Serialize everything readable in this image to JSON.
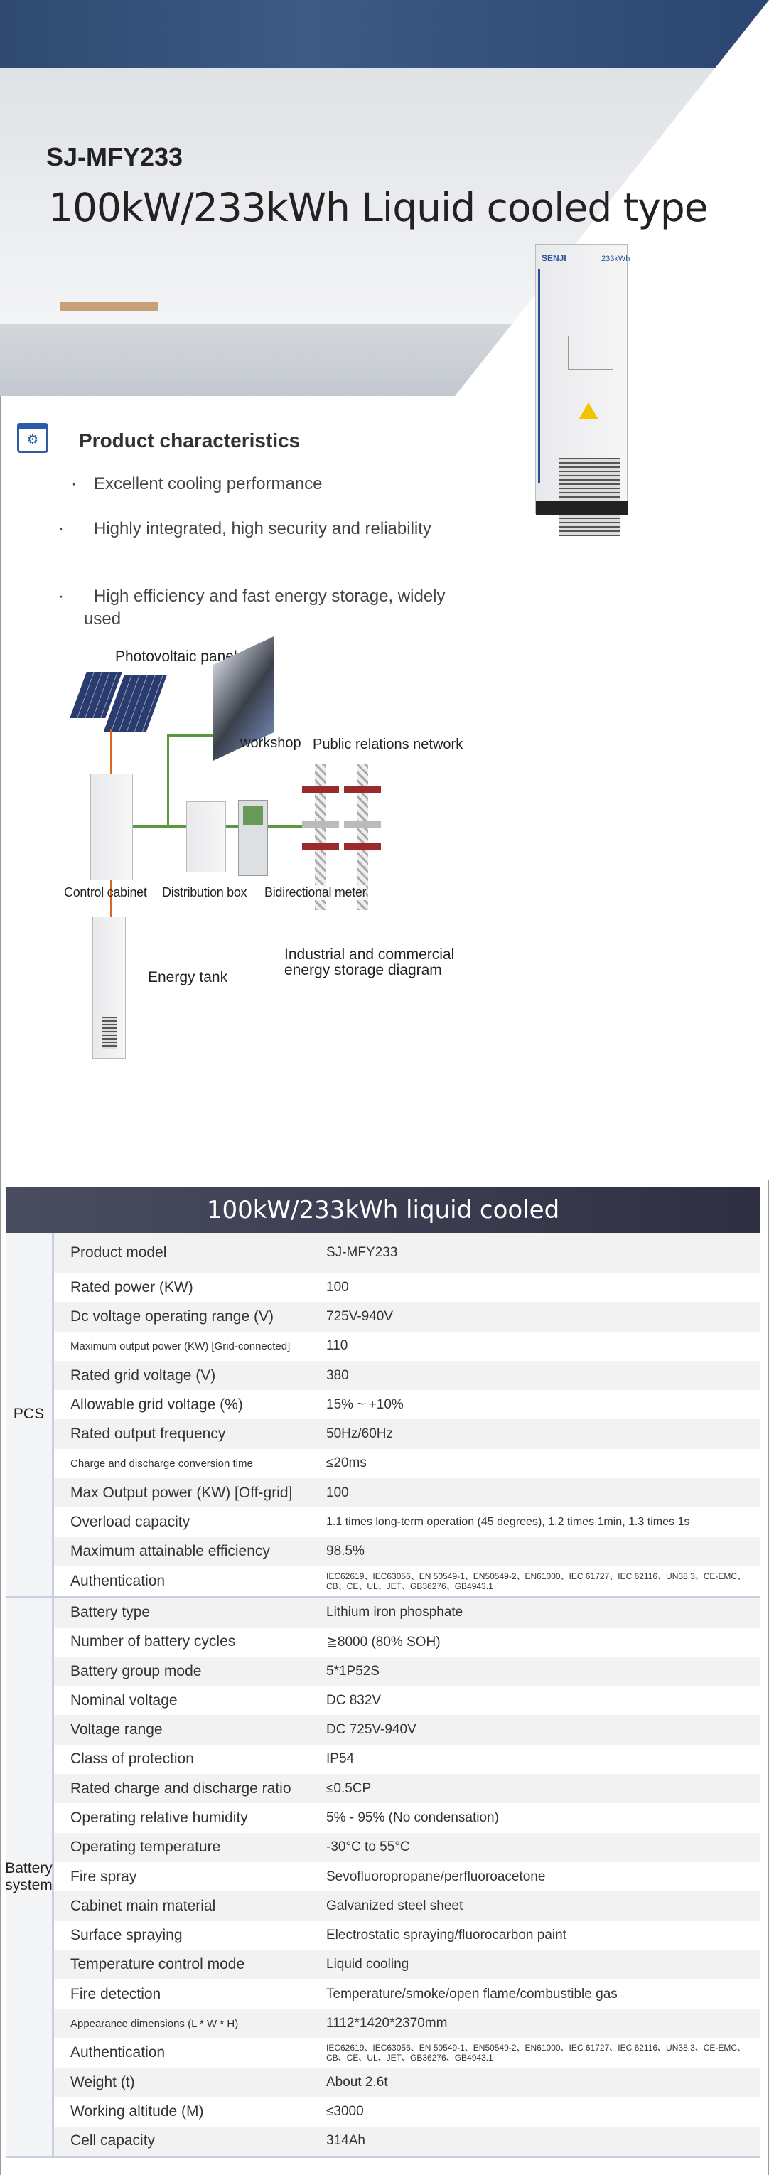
{
  "hero": {
    "model": "SJ-MFY233",
    "title": "100kW/233kWh Liquid cooled type",
    "cabinet_logo": "SENJI",
    "cabinet_capacity": "233kWh"
  },
  "characteristics": {
    "title": "Product characteristics",
    "items": [
      "Excellent cooling performance",
      "Highly integrated, high security and reliability",
      "High efficiency and fast energy storage, widely used"
    ]
  },
  "diagram": {
    "photovoltaic": "Photovoltaic panel",
    "workshop": "workshop",
    "network": "Public relations network",
    "control_cabinet": "Control cabinet",
    "distribution_box": "Distribution box",
    "meter": "Bidirectional meter",
    "energy_tank": "Energy tank",
    "caption": "Industrial and commercial energy storage diagram"
  },
  "table": {
    "title": "100kW/233kWh liquid cooled",
    "pcs": {
      "name": "PCS",
      "rows": [
        [
          "Product model",
          "SJ-MFY233"
        ],
        [
          "Rated power (KW)",
          "100"
        ],
        [
          "Dc voltage operating range (V)",
          "725V-940V"
        ],
        [
          "Maximum output power (KW) [Grid-connected]",
          "110"
        ],
        [
          "Rated grid voltage (V)",
          "380"
        ],
        [
          "Allowable grid voltage (%)",
          "15% ~ +10%"
        ],
        [
          "Rated output frequency",
          "50Hz/60Hz"
        ],
        [
          "Charge and discharge conversion time",
          "≤20ms"
        ],
        [
          "Max Output power (KW) [Off-grid]",
          "100"
        ],
        [
          "Overload capacity",
          "1.1 times long-term operation (45 degrees), 1.2 times 1min, 1.3 times 1s"
        ],
        [
          "Maximum attainable efficiency",
          "98.5%"
        ],
        [
          "Authentication",
          "IEC62619、IEC63056、EN 50549-1、EN50549-2、EN61000、IEC 61727、IEC 62116、UN38.3、CE-EMC、CB、CE、UL、JET、GB36276、GB4943.1"
        ]
      ]
    },
    "battery": {
      "name": "Battery system",
      "rows": [
        [
          "Battery type",
          "Lithium iron phosphate"
        ],
        [
          "Number of battery cycles",
          "≧8000 (80% SOH)"
        ],
        [
          "Battery group mode",
          "5*1P52S"
        ],
        [
          "Nominal voltage",
          "DC 832V"
        ],
        [
          "Voltage range",
          "DC 725V-940V"
        ],
        [
          "Class of protection",
          "IP54"
        ],
        [
          "Rated charge and discharge ratio",
          "≤0.5CP"
        ],
        [
          "Operating relative humidity",
          "5% - 95% (No condensation)"
        ],
        [
          "Operating temperature",
          "-30°C to 55°C"
        ],
        [
          "Fire spray",
          "Sevofluoropropane/perfluoroacetone"
        ],
        [
          "Cabinet main material",
          "Galvanized steel sheet"
        ],
        [
          "Surface spraying",
          "Electrostatic spraying/fluorocarbon paint"
        ],
        [
          "Temperature control mode",
          "Liquid cooling"
        ],
        [
          "Fire detection",
          "Temperature/smoke/open flame/combustible gas"
        ],
        [
          "Appearance dimensions (L * W * H)",
          "1112*1420*2370mm"
        ],
        [
          "Authentication",
          "IEC62619、IEC63056、EN 50549-1、EN50549-2、EN61000、IEC 61727、IEC 62116、UN38.3、CE-EMC、CB、CE、UL、JET、GB36276、GB4943.1"
        ],
        [
          "Weight (t)",
          "About 2.6t"
        ],
        [
          "Working altitude (M)",
          "≤3000"
        ],
        [
          "Cell capacity",
          "314Ah"
        ]
      ]
    }
  }
}
